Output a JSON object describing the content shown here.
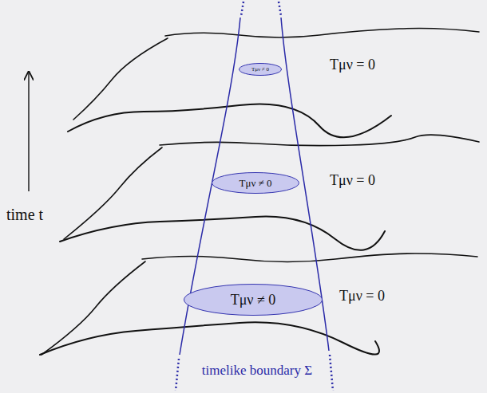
{
  "diagram": {
    "nodes": [
      {
        "text": [
          "Tμν ≠ 0"
        ]
      },
      {
        "text": [
          "Tμν ≠ 0"
        ]
      },
      {
        "text": [
          "Tμν ≠ 0"
        ]
      }
    ],
    "labels": [
      "Tμν = 0",
      "Tμν = 0",
      "Tμν = 0",
      "time t",
      "timelike boundary Σ"
    ]
  }
}
